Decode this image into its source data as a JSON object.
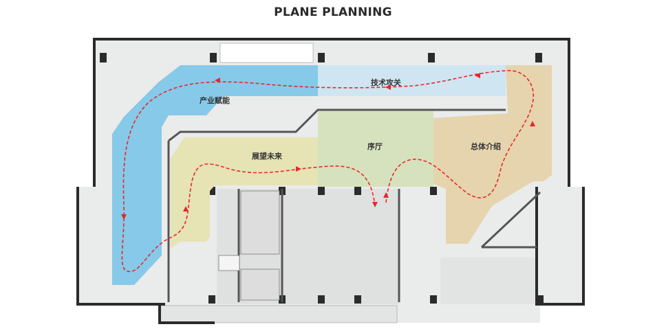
{
  "title": "PLANE PLANNING",
  "zones": [
    {
      "label": "产业赋能",
      "color": "#87c9e8"
    },
    {
      "label": "技术攻关",
      "color": "#cfe5f2"
    },
    {
      "label": "展望未来",
      "color": "#e6e3b4"
    },
    {
      "label": "序厅",
      "color": "#d6e2bd"
    },
    {
      "label": "总体介绍",
      "color": "#e5d4ae"
    }
  ],
  "colors": {
    "route": "#e8262b",
    "wall": "#2b2b2b",
    "floor": "#e8e9e9"
  }
}
